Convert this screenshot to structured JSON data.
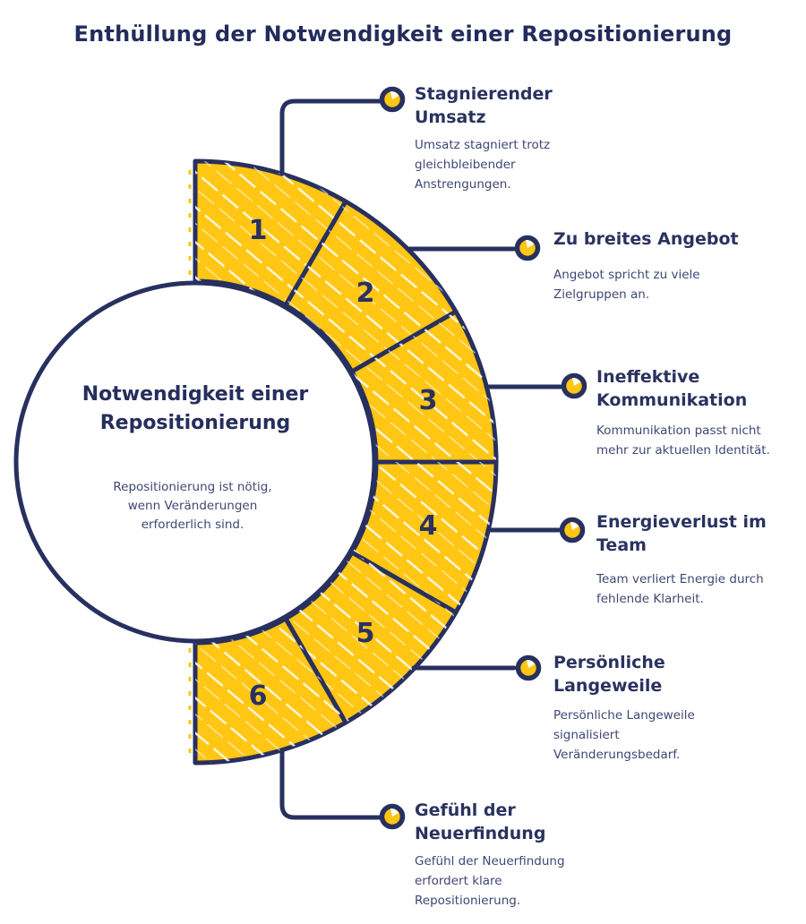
{
  "title": "Enthüllung der Notwendigkeit einer Repositionierung",
  "center": {
    "heading": "Notwendigkeit einer Repositionierung",
    "description": "Repositionierung ist nötig, wenn Veränderungen erforderlich sind."
  },
  "items": [
    {
      "number": "1",
      "title": "Stagnierender Umsatz",
      "description": "Umsatz stagniert trotz gleichbleibender Anstrengungen."
    },
    {
      "number": "2",
      "title": "Zu breites Angebot",
      "description": "Angebot spricht zu viele Zielgruppen an."
    },
    {
      "number": "3",
      "title": "Ineffektive Kommunikation",
      "description": "Kommunikation passt nicht mehr zur aktuellen Identität."
    },
    {
      "number": "4",
      "title": "Energieverlust im Team",
      "description": "Team verliert Energie durch fehlende Klarheit."
    },
    {
      "number": "5",
      "title": "Persönliche Langeweile",
      "description": "Persönliche Langeweile signalisiert Veränderungsbedarf."
    },
    {
      "number": "6",
      "title": "Gefühl der Neuerfindung",
      "description": "Gefühl der Neuerfindung erfordert klare Repositionierung."
    }
  ],
  "colors": {
    "navy": "#28305F",
    "yellow": "#FFC613",
    "title_text": "#232C5C",
    "body_text": "#3E4775",
    "background": "#FFFFFF"
  }
}
